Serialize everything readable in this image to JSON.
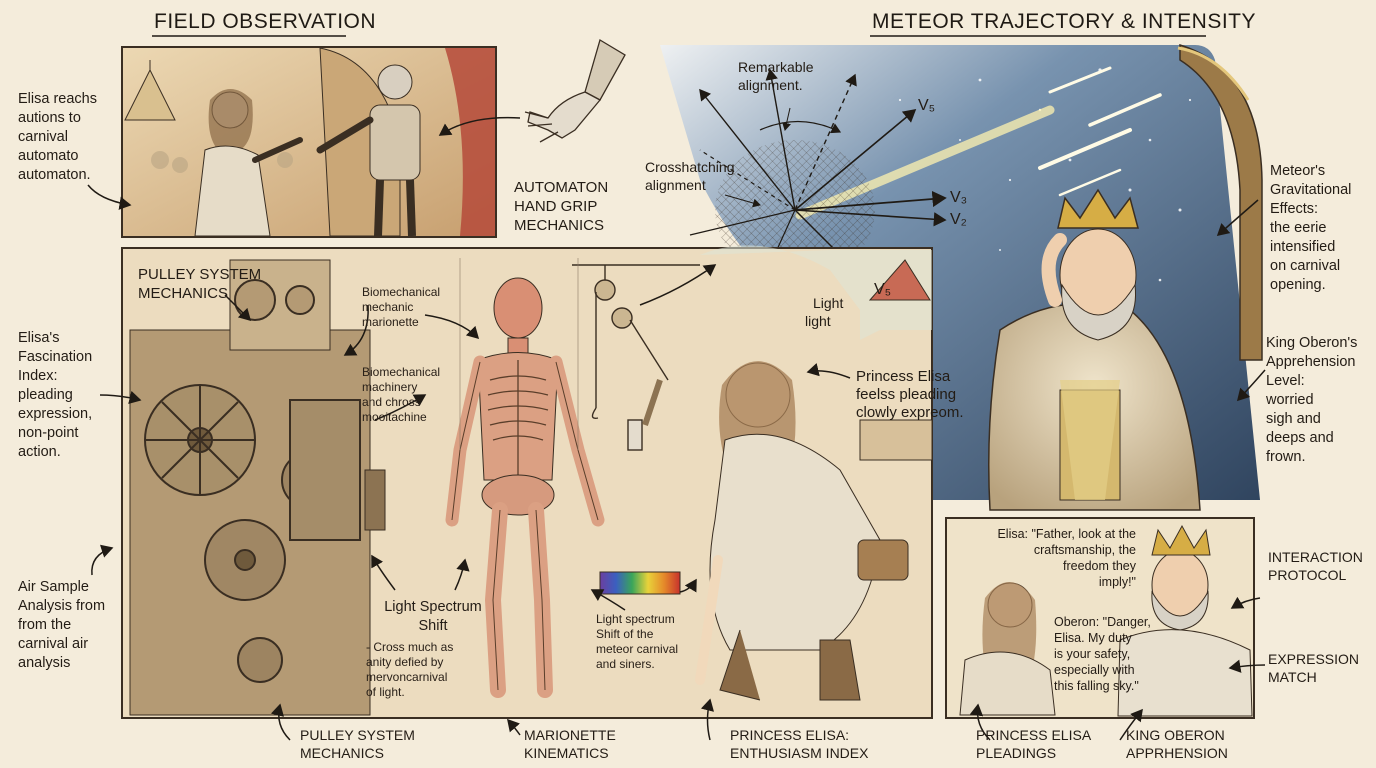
{
  "headers": {
    "field_observation": "FIELD OBSERVATION",
    "meteor": "METEOR TRAJECTORY & INTENSITY"
  },
  "left_notes": {
    "elisa_reaches": [
      "Elisa reachs",
      "autions to",
      "carnival",
      "automato",
      "automaton."
    ],
    "fascination": [
      "Elisa's",
      "Fascination",
      "Index:",
      "pleading",
      "expression,",
      "non-point",
      "action."
    ],
    "air_sample": [
      "Air Sample",
      "Analysis from",
      "from the",
      "carnival air",
      "analysis"
    ]
  },
  "automaton_label": [
    "AUTOMATON",
    "HAND GRIP",
    "MECHANICS"
  ],
  "pulley_top": [
    "PULLEY SYSTEM",
    "MECHANICS"
  ],
  "biomech_marionette": [
    "Biomechanical",
    "mechanic",
    "marionette"
  ],
  "biomech_machinery": [
    "Biomechanical",
    "machinery",
    "and chross",
    "mooitachine"
  ],
  "light_shift_title": [
    "Light Spectrum",
    "Shift"
  ],
  "light_shift_desc": [
    "- Cross much as",
    "anity defied by",
    "mervoncarnival",
    "of light."
  ],
  "spectrum_note": [
    "Light spectrum",
    "Shift of the",
    "meteor carnival",
    "and siners."
  ],
  "bottom_labels": {
    "pulley": [
      "PULLEY SYSTEM",
      "MECHANICS"
    ],
    "marionette": [
      "MARIONETTE",
      "KINEMATICS"
    ],
    "elisa_enthusiasm": [
      "PRINCESS ELISA:",
      "ENTHUSIASM INDEX"
    ],
    "elisa_pleadings": [
      "PRINCESS ELISA",
      "PLEADINGS"
    ],
    "oberon_apprehension": [
      "KING OBERON",
      "APPRHENSION"
    ]
  },
  "diagram": {
    "remarkable": [
      "Remarkable",
      "alignment."
    ],
    "crosshatching": [
      "Crosshatching",
      "alignment"
    ],
    "light": [
      "Light",
      "light"
    ],
    "vectors": [
      "V₅",
      "V₃",
      "V₂",
      "V₅"
    ]
  },
  "princess_feels": [
    "Princess Elisa",
    "feelss pleading",
    "clowly expreom."
  ],
  "right_notes": {
    "gravitational": [
      "Meteor's",
      "Gravitational",
      "Effects:",
      "the eerie",
      "intensified",
      "on carnival",
      "opening."
    ],
    "apprehension": [
      "King Oberon's",
      "Apprehension",
      "Level:",
      "worried",
      "sigh and",
      "deeps and",
      "frown."
    ],
    "interaction": [
      "INTERACTION",
      "PROTOCOL"
    ],
    "expression": [
      "EXPRESSION",
      "MATCH"
    ]
  },
  "dialogue": {
    "elisa": [
      "Elisa: \"Father, look at the",
      "craftsmanship, the",
      "freedom they",
      "imply!\""
    ],
    "oberon": [
      "Oberon: \"Danger,",
      "Elisa. My duty",
      "is your safety,",
      "especially with",
      "this falling sky.\""
    ]
  },
  "colors": {
    "ink": "#2b2118",
    "parchment": "#f4ecdb",
    "sky_dark": "#27405f",
    "gold": "#c9a24a"
  }
}
